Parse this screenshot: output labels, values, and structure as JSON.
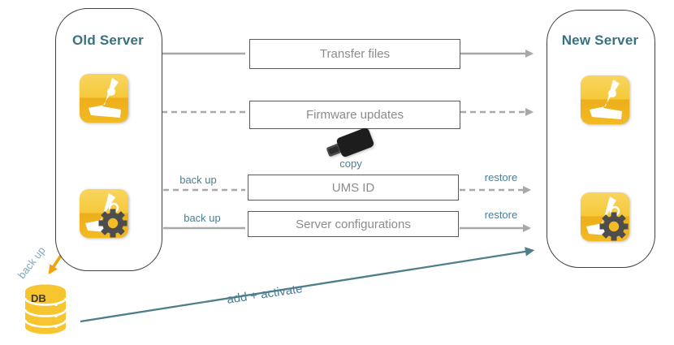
{
  "diagram": {
    "old_server": {
      "title": "Old Server"
    },
    "new_server": {
      "title": "New Server"
    },
    "steps": [
      {
        "label": "Transfer files"
      },
      {
        "label": "Firmware updates"
      },
      {
        "label": "UMS ID"
      },
      {
        "label": "Server configurations"
      }
    ],
    "labels": {
      "copy": "copy",
      "back_up": "back up",
      "restore": "restore",
      "add_activate": "add + activate",
      "db": "DB"
    },
    "colors": {
      "title_teal": "#39707F",
      "label_teal": "#4A7E96",
      "db_backup_blue": "#7FA9C2",
      "gray_line": "#A8A8A8",
      "step_border": "#595959",
      "step_text": "#8C8C8C",
      "server_border": "#3F3F3F",
      "orange_arrow": "#F2A20D",
      "teal_arrow": "#4E7E8A",
      "icon_yellow": "#EFB51F",
      "gear_gray": "#4D4D4D",
      "usb_black": "#1D1D1D"
    }
  }
}
